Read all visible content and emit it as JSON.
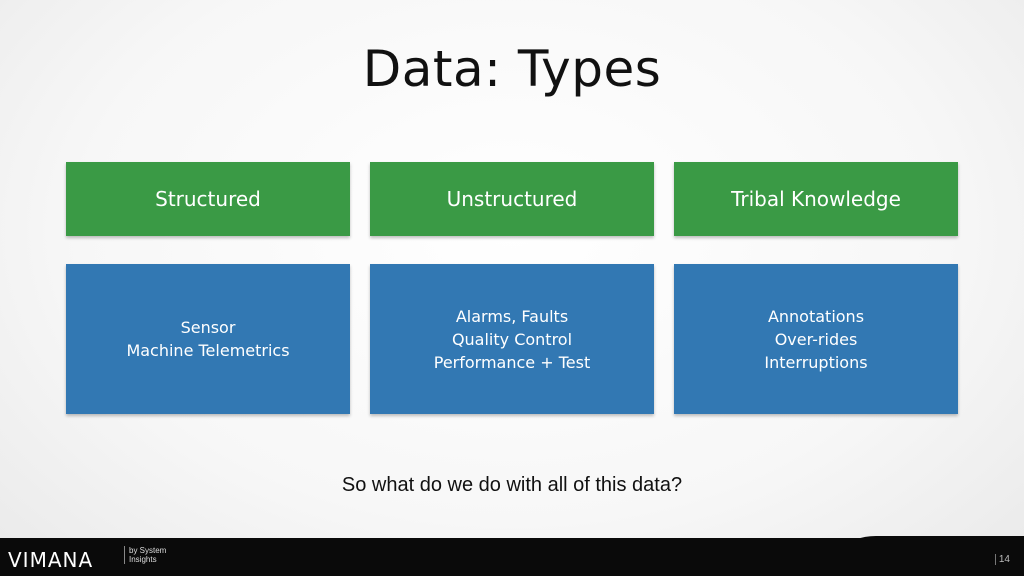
{
  "slide": {
    "title": "Data: Types",
    "categories": [
      {
        "header": "Structured",
        "items": [
          "Sensor",
          "Machine Telemetrics"
        ]
      },
      {
        "header": "Unstructured",
        "items": [
          "Alarms, Faults",
          "Quality Control",
          "Performance + Test"
        ]
      },
      {
        "header": "Tribal Knowledge",
        "items": [
          "Annotations",
          "Over-rides",
          "Interruptions"
        ]
      }
    ],
    "question": "So what do we do with all of this data?"
  },
  "footer": {
    "logo": "VIMANA",
    "logo_sub": "by System Insights",
    "page_number": "14"
  },
  "colors": {
    "header_green": "#3a9a45",
    "body_blue": "#3278b3",
    "footer_black": "#0a0a0a"
  }
}
